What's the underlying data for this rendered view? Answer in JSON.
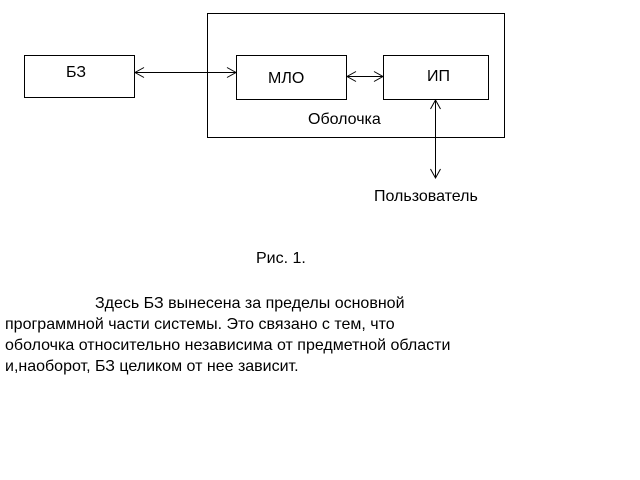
{
  "diagram": {
    "nodes": {
      "bz": "БЗ",
      "mlo": "МЛО",
      "ip": "ИП",
      "shell": "Оболочка",
      "user": "Пользователь"
    },
    "edges": [
      {
        "from": "bz",
        "to": "mlo",
        "direction": "both"
      },
      {
        "from": "mlo",
        "to": "ip",
        "direction": "both"
      },
      {
        "from": "ip",
        "to": "user",
        "direction": "both"
      }
    ]
  },
  "caption": "Рис. 1.",
  "paragraph": {
    "lines": [
      "Здесь БЗ вынесена за пределы основной",
      "программной части системы. Это связано с тем, что",
      "оболочка относительно независима от предметной области",
      "и,наоборот, БЗ целиком от нее зависит."
    ]
  }
}
